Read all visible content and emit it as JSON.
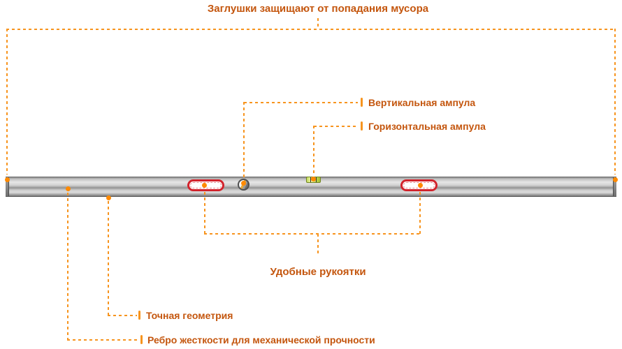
{
  "colors": {
    "line": "#f7941e",
    "dot": "#ff8a00",
    "text": "#c4560e",
    "handle": "#d2232c",
    "vial-green": "#b8d44a",
    "background": "#ffffff"
  },
  "callouts": {
    "end_caps": "Заглушки защищают от попадания мусора",
    "vertical_vial": "Вертикальная ампула",
    "horizontal_vial": "Горизонтальная ампула",
    "handles": "Удобные рукоятки",
    "precise_geometry": "Точная геометрия",
    "stiffening_rib": "Ребро жесткости для механической прочности"
  }
}
